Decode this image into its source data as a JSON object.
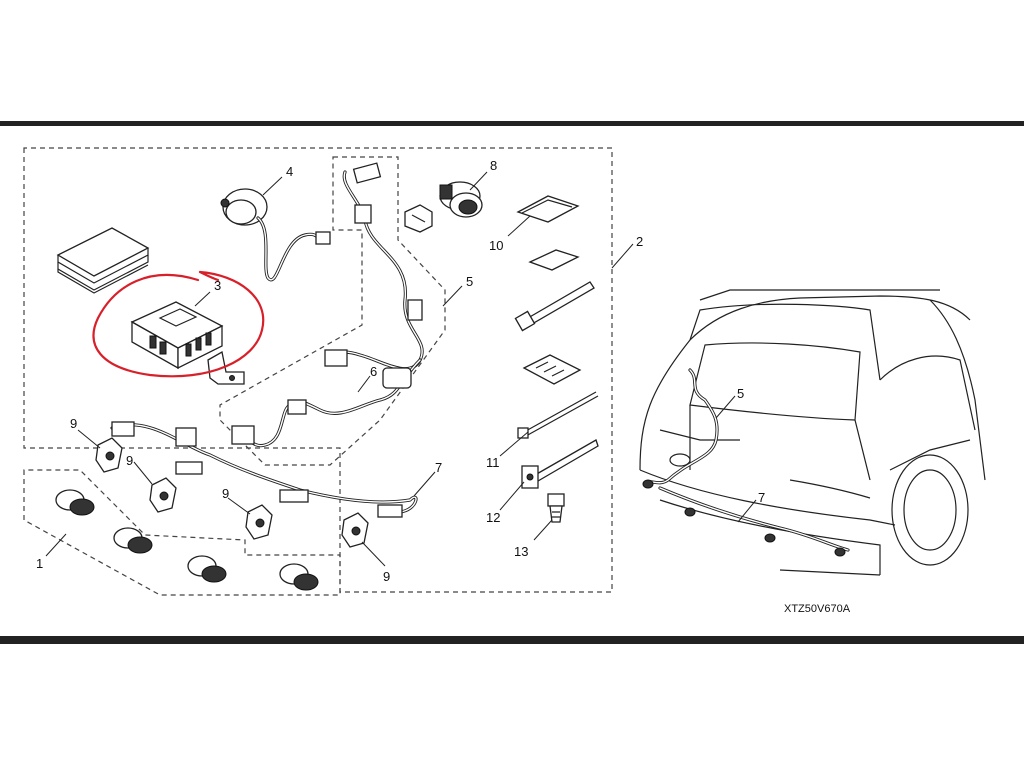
{
  "diagram": {
    "code": "XTZ50V670A",
    "callouts": {
      "c1": "1",
      "c2": "2",
      "c3": "3",
      "c4": "4",
      "c5": "5",
      "c5_car": "5",
      "c6": "6",
      "c7": "7",
      "c7_car": "7",
      "c8": "8",
      "c9_a": "9",
      "c9_b": "9",
      "c9_c": "9",
      "c9_d": "9",
      "c10": "10",
      "c11": "11",
      "c12": "12",
      "c13": "13"
    },
    "colors": {
      "frame": "#222222",
      "annotation": "#d8202a",
      "ink": "#222222"
    }
  }
}
